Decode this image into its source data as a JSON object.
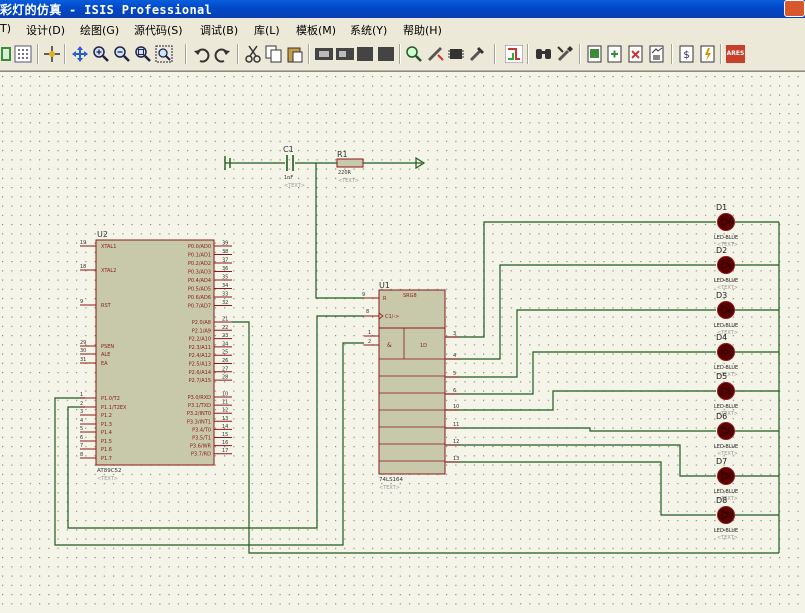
{
  "window": {
    "title": "彩灯的仿真 - ISIS Professional",
    "title_prefix_fragment": "彩灯的仿真",
    "app_name": "ISIS Professional"
  },
  "menu": {
    "items": [
      "T)",
      "设计(D)",
      "绘图(G)",
      "源代码(S)",
      "调试(B)",
      "库(L)",
      "模板(M)",
      "系统(Y)",
      "帮助(H)"
    ]
  },
  "toolbar": {
    "tools": [
      "grid-toggle-icon",
      "grid-dots-icon",
      "origin-icon",
      "pan-icon",
      "zoom-in-icon",
      "zoom-out-icon",
      "zoom-all-icon",
      "zoom-area-icon",
      "undo-icon",
      "redo-icon",
      "cut-icon",
      "copy-icon",
      "paste-icon",
      "block-copy-icon",
      "block-move-icon",
      "block-rotate-icon",
      "block-delete-icon",
      "pick-device-icon",
      "make-device-icon",
      "package-icon",
      "decompose-icon",
      "wire-autoroute-icon",
      "search-icon",
      "property-assign-icon",
      "new-sheet-icon",
      "remove-sheet-icon",
      "goto-sheet-icon",
      "bom-icon",
      "erc-icon",
      "ares-icon"
    ],
    "ares_label": "ARES"
  },
  "schematic": {
    "c1": {
      "ref": "C1",
      "value": "1nF",
      "text": "<TEXT>"
    },
    "r1": {
      "ref": "R1",
      "value": "220R",
      "text": "<TEXT>"
    },
    "u2": {
      "ref": "U2",
      "part": "AT89C52",
      "text": "<TEXT>",
      "left_pins": [
        {
          "num": "19",
          "name": "XTAL1"
        },
        {
          "num": "18",
          "name": "XTAL2"
        },
        {
          "num": "9",
          "name": "RST"
        },
        {
          "num": "29",
          "name": "PSEN"
        },
        {
          "num": "30",
          "name": "ALE"
        },
        {
          "num": "31",
          "name": "EA"
        },
        {
          "num": "1",
          "name": "P1.0/T2"
        },
        {
          "num": "2",
          "name": "P1.1/T2EX"
        },
        {
          "num": "3",
          "name": "P1.2"
        },
        {
          "num": "4",
          "name": "P1.3"
        },
        {
          "num": "5",
          "name": "P1.4"
        },
        {
          "num": "6",
          "name": "P1.5"
        },
        {
          "num": "7",
          "name": "P1.6"
        },
        {
          "num": "8",
          "name": "P1.7"
        }
      ],
      "right_pins": [
        {
          "num": "39",
          "name": "P0.0/AD0"
        },
        {
          "num": "38",
          "name": "P0.1/AD1"
        },
        {
          "num": "37",
          "name": "P0.2/AD2"
        },
        {
          "num": "36",
          "name": "P0.3/AD3"
        },
        {
          "num": "35",
          "name": "P0.4/AD4"
        },
        {
          "num": "34",
          "name": "P0.5/AD5"
        },
        {
          "num": "33",
          "name": "P0.6/AD6"
        },
        {
          "num": "32",
          "name": "P0.7/AD7"
        },
        {
          "num": "21",
          "name": "P2.0/A8"
        },
        {
          "num": "22",
          "name": "P2.1/A9"
        },
        {
          "num": "23",
          "name": "P2.2/A10"
        },
        {
          "num": "24",
          "name": "P2.3/A11"
        },
        {
          "num": "25",
          "name": "P2.4/A12"
        },
        {
          "num": "26",
          "name": "P2.5/A13"
        },
        {
          "num": "27",
          "name": "P2.6/A14"
        },
        {
          "num": "28",
          "name": "P2.7/A15"
        },
        {
          "num": "10",
          "name": "P3.0/RXD"
        },
        {
          "num": "11",
          "name": "P3.1/TXD"
        },
        {
          "num": "12",
          "name": "P3.2/INT0"
        },
        {
          "num": "13",
          "name": "P3.3/INT1"
        },
        {
          "num": "14",
          "name": "P3.4/T0"
        },
        {
          "num": "15",
          "name": "P3.5/T1"
        },
        {
          "num": "16",
          "name": "P3.6/WR"
        },
        {
          "num": "17",
          "name": "P3.7/RD"
        }
      ]
    },
    "u1": {
      "ref": "U1",
      "part": "74LS164",
      "text": "<TEXT>",
      "header": "SRG8",
      "pin_r": "R",
      "pin_c1": "C1/->",
      "amp": "&",
      "d1": "1D",
      "input_pins": [
        "9",
        "8",
        "1",
        "2"
      ],
      "output_pins": [
        "3",
        "4",
        "5",
        "6",
        "10",
        "11",
        "12",
        "13"
      ]
    },
    "leds": [
      {
        "ref": "D1",
        "part": "LED-BLUE",
        "text": "<TEXT>"
      },
      {
        "ref": "D2",
        "part": "LED-BLUE",
        "text": "<TEXT>"
      },
      {
        "ref": "D3",
        "part": "LED-BLUE",
        "text": "<TEXT>"
      },
      {
        "ref": "D4",
        "part": "LED-BLUE",
        "text": "<TEXT>"
      },
      {
        "ref": "D5",
        "part": "LED-BLUE",
        "text": "<TEXT>"
      },
      {
        "ref": "D6",
        "part": "LED-BLUE",
        "text": "<TEXT>"
      },
      {
        "ref": "D7",
        "part": "LED-BLUE",
        "text": "<TEXT>"
      },
      {
        "ref": "D8",
        "part": "LED-BLUE",
        "text": "<TEXT>"
      }
    ]
  },
  "colors": {
    "background": "#f5f4e8",
    "component_body": "#c8c8aa",
    "component_outline": "#8b1a1a",
    "wire": "#1f5b1f",
    "pin_text": "#8b1a1a",
    "led": "#5a0000",
    "dots": "#8a8a76"
  }
}
